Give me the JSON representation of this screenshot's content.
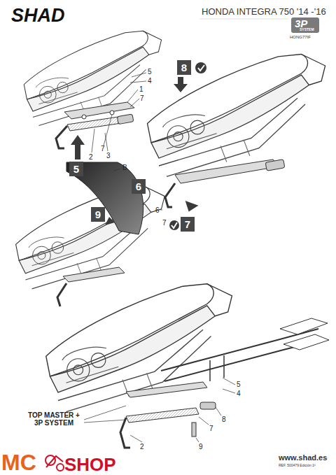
{
  "diagram": {
    "title": "HONDA INTEGRA 750 '14 -'16",
    "nodes": [
      {
        "text": [
          "8"
        ]
      },
      {
        "text": [
          "5"
        ]
      },
      {
        "text": [
          "6"
        ]
      },
      {
        "text": [
          "9"
        ]
      },
      {
        "text": [
          "7"
        ]
      }
    ],
    "labels": [
      "SHAD",
      "3P",
      "SYSTEM",
      "HONG77IF",
      "5",
      "4",
      "1",
      "7",
      "7",
      "2",
      "3",
      "6",
      "7",
      "B",
      "5",
      "4",
      "8",
      "7",
      "9",
      "2",
      "TOP MASTER + 3P SYSTEM",
      "www.shad.es",
      "REF. 500479 Edición 1ª",
      "MC",
      "SHOP"
    ]
  }
}
